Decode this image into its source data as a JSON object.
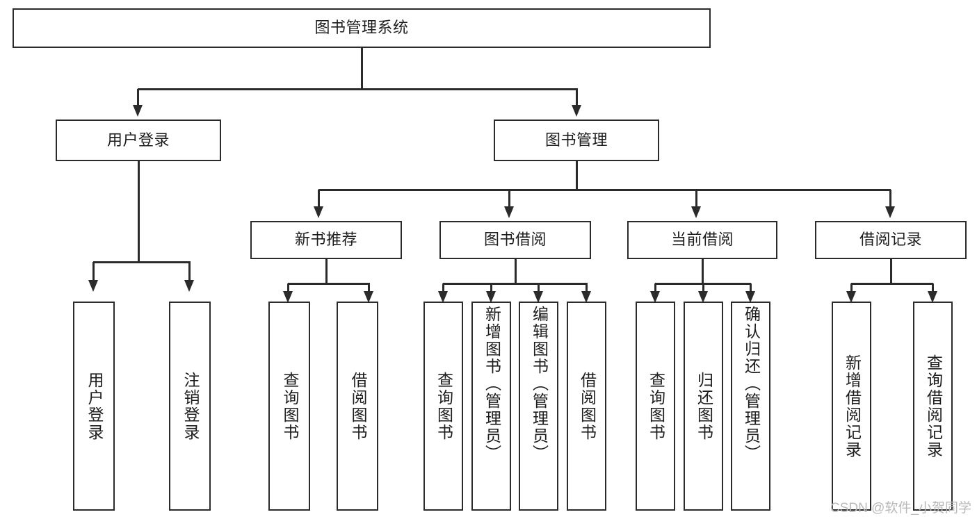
{
  "diagram": {
    "title": "图书管理系统",
    "type": "tree-hierarchy-diagram",
    "root": {
      "label": "图书管理系统"
    },
    "level2": [
      {
        "label": "用户登录"
      },
      {
        "label": "图书管理"
      }
    ],
    "level3": [
      {
        "label": "新书推荐"
      },
      {
        "label": "图书借阅"
      },
      {
        "label": "当前借阅"
      },
      {
        "label": "借阅记录"
      }
    ],
    "leaves": {
      "user_login": [
        {
          "label": "用户登录"
        },
        {
          "label": "注销登录"
        }
      ],
      "new_book_recommend": [
        {
          "label": "查询图书"
        },
        {
          "label": "借阅图书"
        }
      ],
      "book_borrow": [
        {
          "label": "查询图书"
        },
        {
          "label": "新增图书（管理员）"
        },
        {
          "label": "编辑图书（管理员）"
        },
        {
          "label": "借阅图书"
        }
      ],
      "current_borrow": [
        {
          "label": "查询图书"
        },
        {
          "label": "归还图书"
        },
        {
          "label": "确认归还（管理员）"
        }
      ],
      "borrow_record": [
        {
          "label": "新增借阅记录"
        },
        {
          "label": "查询借阅记录"
        }
      ]
    }
  },
  "watermark": {
    "text": "CSDN @软件_小贺同学"
  },
  "colors": {
    "stroke": "#2b2b2b",
    "background": "#ffffff",
    "text": "#1d1d1d",
    "watermark": "#b9b9b9"
  }
}
